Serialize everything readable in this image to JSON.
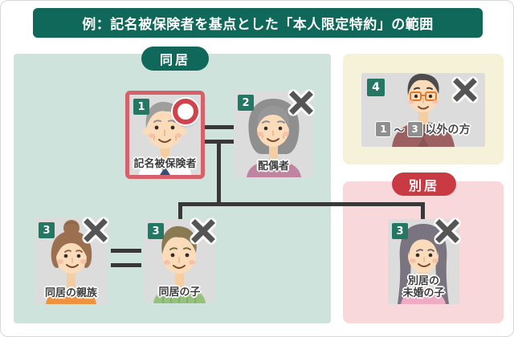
{
  "title": "例：記名被保険者を基点とした「本人限定特約」の範囲",
  "groups": {
    "living_together": {
      "label": "同居"
    },
    "living_apart": {
      "label": "別居"
    }
  },
  "persons": {
    "named_insured": {
      "badge": "1",
      "label": "記名被保険者",
      "mark": "covered-circle"
    },
    "spouse": {
      "badge": "2",
      "label": "配偶者",
      "mark": "x-excluded"
    },
    "cohabiting_relative": {
      "badge": "3",
      "label": "同居の親族",
      "mark": "x-excluded"
    },
    "cohabiting_child": {
      "badge": "3",
      "label": "同居の子",
      "mark": "x-excluded"
    },
    "separated_unmarried_child": {
      "badge": "3",
      "label_line1": "別居の",
      "label_line2": "未婚の子",
      "mark": "x-excluded"
    },
    "others": {
      "badge": "4",
      "range_from": "1",
      "range_tilde": "～",
      "range_to": "3",
      "suffix": "以外の方",
      "mark": "x-excluded"
    }
  },
  "colors": {
    "banner_green": "#10685a",
    "number_badge_green": "#237763",
    "living_apart_red": "#c93a42",
    "covered_circle_red": "#d0434c",
    "insured_card_border_red": "#d5626b",
    "area_teal": "#cfe3dd",
    "area_cream": "#f6f2d9",
    "area_pink": "#f8d8da",
    "card_gray": "#dcdcdc",
    "tree_line_dark": "#383838",
    "excluded_x_gray": "#555555"
  }
}
